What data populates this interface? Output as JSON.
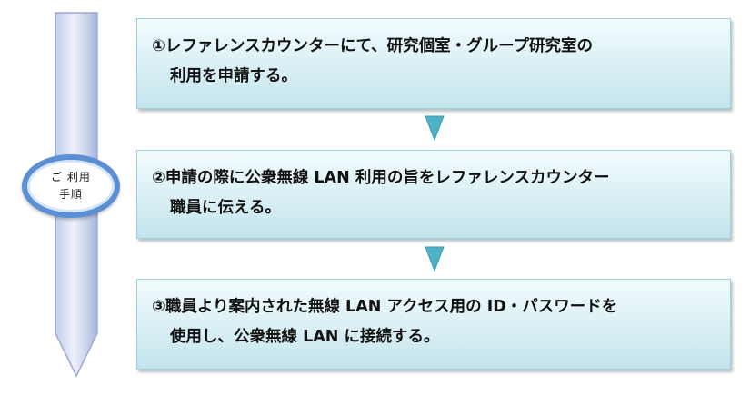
{
  "badge": {
    "line1": "ご 利用",
    "line2": "手順"
  },
  "steps": [
    {
      "line1": "①レファレンスカウンターにて、研究個室・グループ研究室の",
      "line2": "利用を申請する。"
    },
    {
      "line1": "②申請の際に公衆無線 LAN 利用の旨をレファレンスカウンター",
      "line2": "職員に伝える。"
    },
    {
      "line1": "③職員より案内された無線 LAN アクセス用の ID・パスワードを",
      "line2": "使用し、公衆無線 LAN に接続する。"
    }
  ],
  "colors": {
    "box_fill": "#d9eff4",
    "box_border": "#9fd0dc",
    "arrow_fill": "#bfcbe8",
    "badge_ring": "#5b8fd3",
    "connector_arrow": "#4fb3c8"
  }
}
